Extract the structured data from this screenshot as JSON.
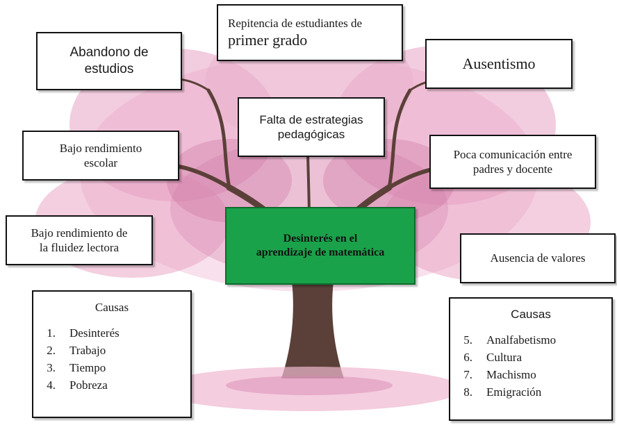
{
  "center": {
    "line1": "Desinterés en el",
    "line2": "aprendizaje de matemática"
  },
  "effects": {
    "repitencia": {
      "line1": "Repitencia de estudiantes de",
      "line2": "primer grado"
    },
    "abandono": {
      "line1": "Abandono de",
      "line2": "estudios"
    },
    "ausentismo": {
      "text": "Ausentismo"
    },
    "falta_estrategias": {
      "line1": "Falta de estrategias",
      "line2": "pedagógicas"
    },
    "bajo_rendimiento": {
      "line1": "Bajo rendimiento",
      "line2": "escolar"
    },
    "poca_comunicacion": {
      "line1": "Poca comunicación entre",
      "line2": "padres  y docente"
    },
    "fluidez_lectora": {
      "line1": "Bajo rendimiento de",
      "line2": "la fluidez lectora"
    },
    "ausencia_valores": {
      "text": "Ausencia de valores"
    }
  },
  "causes_left": {
    "title": "Causas",
    "items": [
      {
        "num": "1.",
        "label": "Desinterés"
      },
      {
        "num": "2.",
        "label": "Trabajo"
      },
      {
        "num": "3.",
        "label": "Tiempo"
      },
      {
        "num": "4.",
        "label": "Pobreza"
      }
    ]
  },
  "causes_right": {
    "title": "Causas",
    "items": [
      {
        "num": "5.",
        "label": "Analfabetismo"
      },
      {
        "num": "6.",
        "label": "Cultura"
      },
      {
        "num": "7.",
        "label": "Machismo"
      },
      {
        "num": "8.",
        "label": "Emigración"
      }
    ]
  },
  "colors": {
    "blossom": "#e8a3c4",
    "blossom_dark": "#c76a98",
    "trunk": "#5a4038",
    "center_fill": "#1aa24a"
  }
}
